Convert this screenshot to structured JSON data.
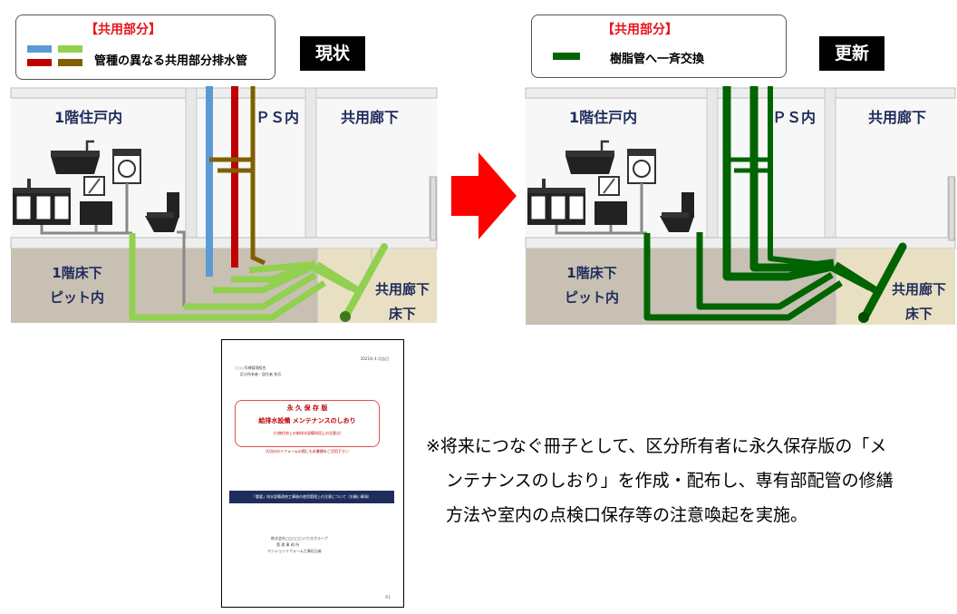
{
  "colors": {
    "blue_pipe": "#5b9bd5",
    "red_pipe": "#c00000",
    "lightgreen_pipe": "#92d050",
    "brown_pipe": "#7f6000",
    "darkgreen_pipe": "#006400",
    "arrow_red": "#ff0000",
    "label_navy": "#1f2d5c",
    "legend_title_red": "#e8141a"
  },
  "left_panel": {
    "legend_title": "【共用部分】",
    "legend_text": "管種の異なる共用部分排水管",
    "badge": "現状",
    "room_label": "1階住戸内",
    "ps_label": "ＰＳ内",
    "corridor_label": "共用廊下",
    "underfloor_line1": "1階床下",
    "underfloor_line2": "ピット内",
    "corridor_under_line1": "共用廊下",
    "corridor_under_line2": "床下"
  },
  "right_panel": {
    "legend_title": "【共用部分】",
    "legend_text": "樹脂管へ一斉交換",
    "badge": "更新",
    "room_label": "1階住戸内",
    "ps_label": "ＰＳ内",
    "corridor_label": "共用廊下",
    "underfloor_line1": "1階床下",
    "underfloor_line2": "ピット内",
    "corridor_under_line1": "共用廊下",
    "corridor_under_line2": "床下"
  },
  "booklet": {
    "date": "2021年 4 月吉日",
    "header_line1": "○○○号棟管理組合",
    "header_line2": "区分所有者・居住者 各位",
    "title_small": "永 久 保 存 版",
    "title_main": "給排水設備 メンテナンスのしおり",
    "subtitle": "（口物住宅上の給排水設備利用上の注意点）",
    "remark": "大切ののリフォームの際にも本書類をご活用下さい",
    "banner": "「重要」排水設備改修工事後の使用管理上の注意について（お願い事項）",
    "footer_line1": "株式会社□□□□□ハウスグループ",
    "footer_line2": "管 理 事 務 所",
    "footer_line3": "マンションリフォーム工事担当者",
    "page": "P.1"
  },
  "note": {
    "line1": "※将来につなぐ冊子として、区分所有者に永久保存版の「メ",
    "line2": "ンテナンスのしおり」を作成・配布し、専有部配管の修繕",
    "line3": "方法や室内の点検口保存等の注意喚起を実施。"
  }
}
